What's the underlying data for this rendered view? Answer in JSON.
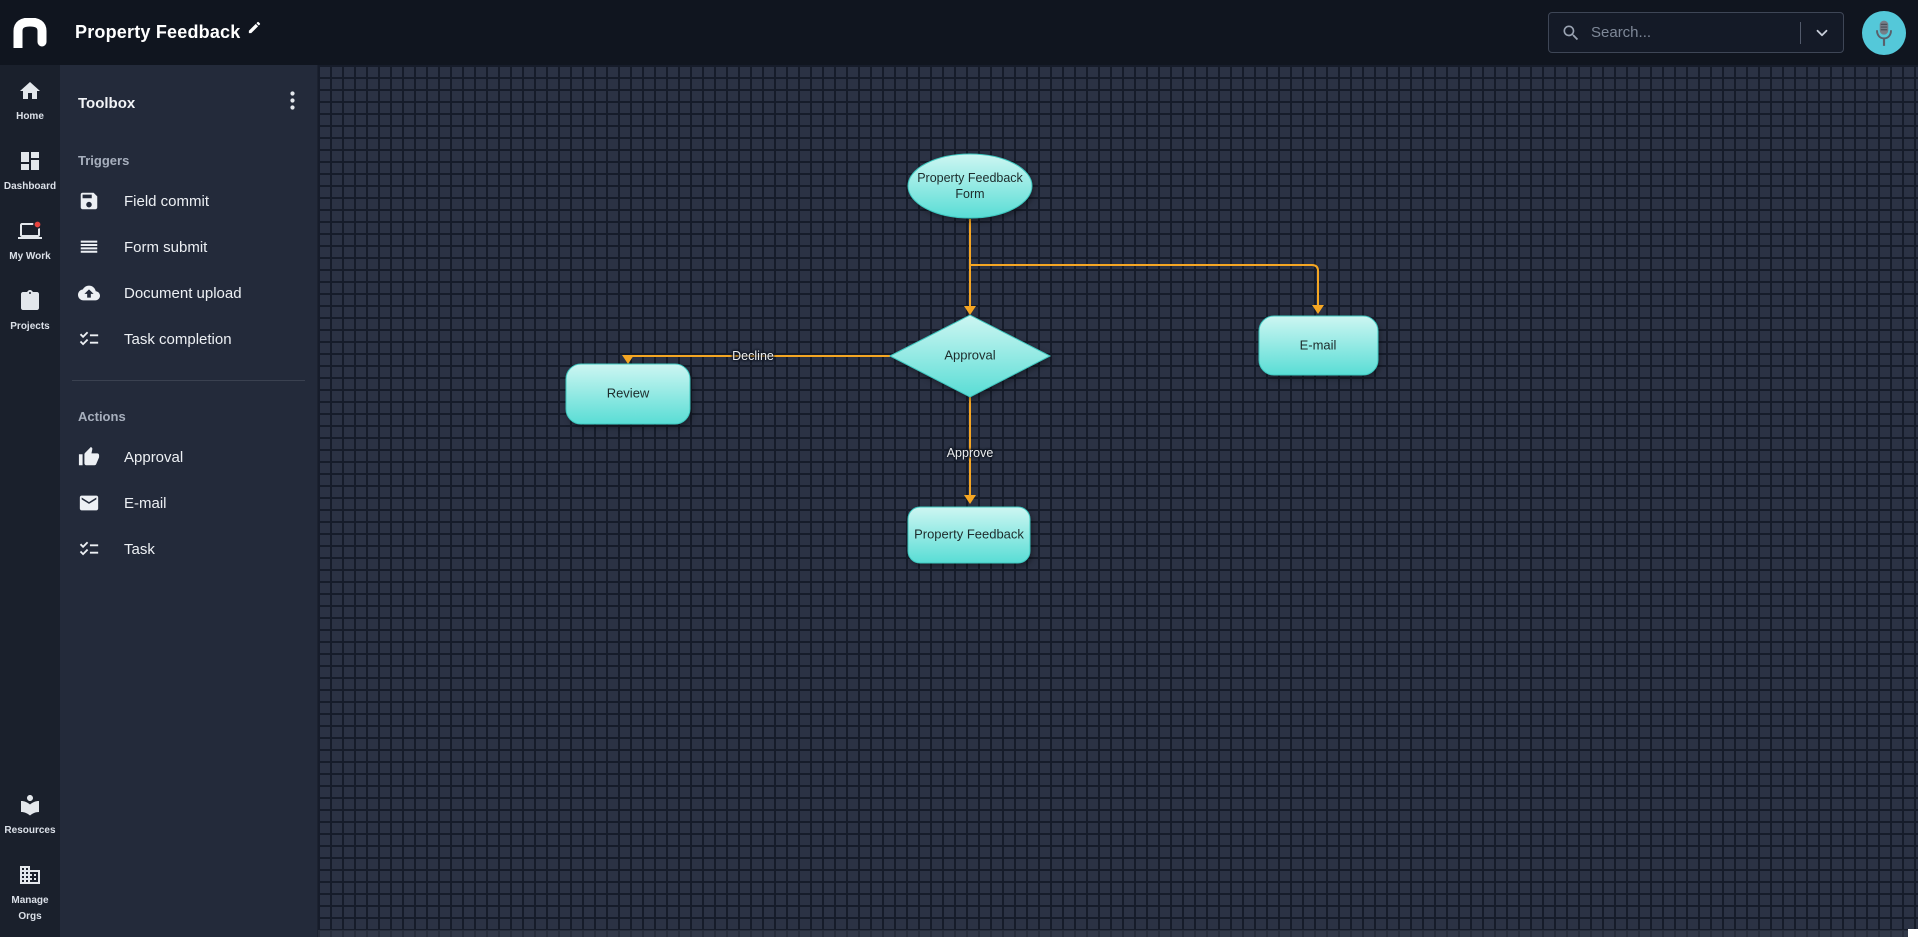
{
  "app": {
    "title": "Property Feedback"
  },
  "topbar": {
    "search_placeholder": "Search..."
  },
  "rail": {
    "items": [
      {
        "label": "Home",
        "icon": "home"
      },
      {
        "label": "Dashboard",
        "icon": "dashboard"
      },
      {
        "label": "My Work",
        "icon": "laptop-with-notification"
      },
      {
        "label": "Projects",
        "icon": "clipboard"
      },
      {
        "label": "Resources",
        "icon": "library"
      },
      {
        "label": "Manage Orgs",
        "icon": "building"
      }
    ]
  },
  "toolbox": {
    "title": "Toolbox",
    "sections": [
      {
        "label": "Triggers",
        "items": [
          {
            "label": "Field commit",
            "icon": "save"
          },
          {
            "label": "Form submit",
            "icon": "lines"
          },
          {
            "label": "Document upload",
            "icon": "cloud-upload"
          },
          {
            "label": "Task completion",
            "icon": "checklist"
          }
        ]
      },
      {
        "label": "Actions",
        "items": [
          {
            "label": "Approval",
            "icon": "thumb-up"
          },
          {
            "label": "E-mail",
            "icon": "envelope"
          },
          {
            "label": "Task",
            "icon": "checklist"
          }
        ]
      }
    ]
  },
  "canvas": {
    "nodes": [
      {
        "id": "start",
        "shape": "ellipse",
        "label": "Property Feedback Form"
      },
      {
        "id": "approval",
        "shape": "diamond",
        "label": "Approval"
      },
      {
        "id": "review",
        "shape": "rounded-rect",
        "label": "Review"
      },
      {
        "id": "email",
        "shape": "rounded-rect",
        "label": "E-mail"
      },
      {
        "id": "property-feedback",
        "shape": "rounded-rect",
        "label": "Property Feedback"
      }
    ],
    "edges": [
      {
        "from": "start",
        "to": "approval",
        "label": ""
      },
      {
        "from": "start",
        "to": "email",
        "label": ""
      },
      {
        "from": "approval",
        "to": "review",
        "label": "Decline"
      },
      {
        "from": "approval",
        "to": "property-feedback",
        "label": "Approve"
      }
    ],
    "colors": {
      "edge": "#F5A623",
      "node_fill_top": "#CDF6F2",
      "node_fill_bottom": "#59DDD5",
      "node_stroke": "#3FC8C0",
      "canvas_bg": "#2B3244",
      "grid_line": "#161C2A"
    }
  },
  "avatar": {
    "bg": "#54C8D9",
    "icon": "microphone"
  }
}
